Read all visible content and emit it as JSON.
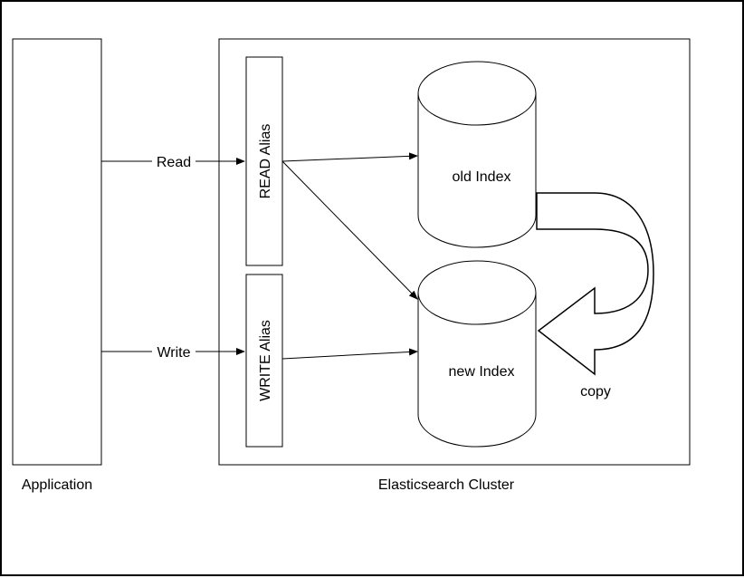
{
  "nodes": {
    "application": "Application",
    "cluster": "Elasticsearch Cluster",
    "read_alias": "READ Alias",
    "write_alias": "WRITE Alias",
    "old_index": "old Index",
    "new_index": "new Index"
  },
  "edges": {
    "read": "Read",
    "write": "Write",
    "copy": "copy"
  },
  "colors": {
    "stroke": "#000000",
    "background": "#ffffff"
  }
}
